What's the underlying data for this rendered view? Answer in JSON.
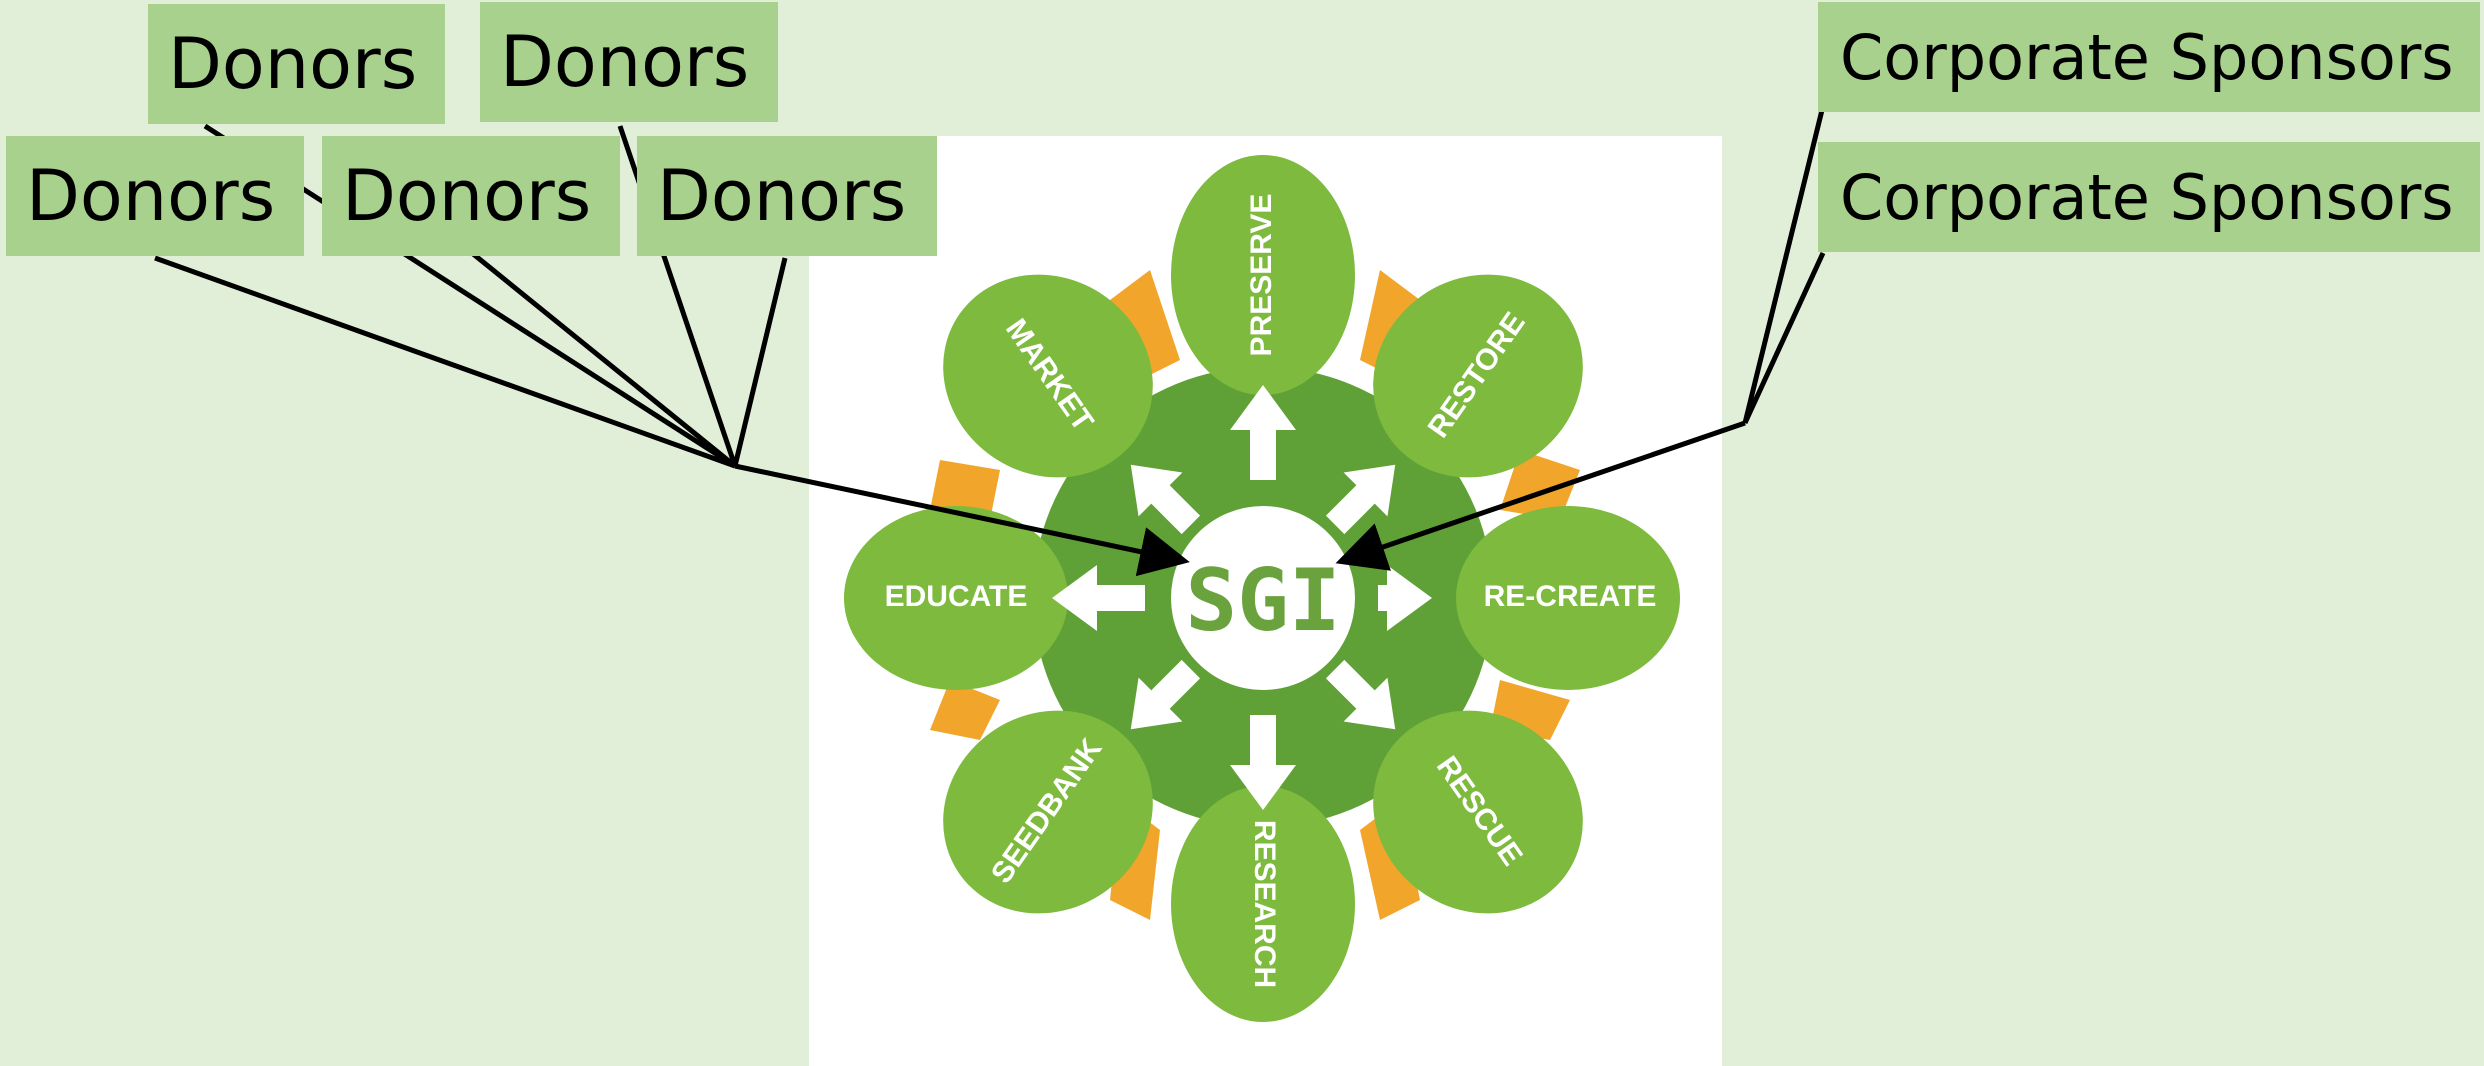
{
  "donors": [
    {
      "label": "Donors"
    },
    {
      "label": "Donors"
    },
    {
      "label": "Donors"
    },
    {
      "label": "Donors"
    },
    {
      "label": "Donors"
    }
  ],
  "sponsors": [
    {
      "label": "Corporate Sponsors"
    },
    {
      "label": "Corporate Sponsors"
    }
  ],
  "hub": {
    "label": "SGI"
  },
  "petals": {
    "preserve": "PRESERVE",
    "restore": "RESTORE",
    "recreate": "RE-CREATE",
    "rescue": "RESCUE",
    "research": "RESEARCH",
    "seedbank": "SEEDBANK",
    "educate": "EDUCATE",
    "market": "MARKET"
  },
  "colors": {
    "slide_bg": "#e1efd9",
    "label_box": "#a9d18e",
    "petal_green": "#7dba3e",
    "inner_green": "#5fa137",
    "accent_orange": "#f2a52b",
    "hub_text": "#6aa33e",
    "connector": "#000000"
  }
}
